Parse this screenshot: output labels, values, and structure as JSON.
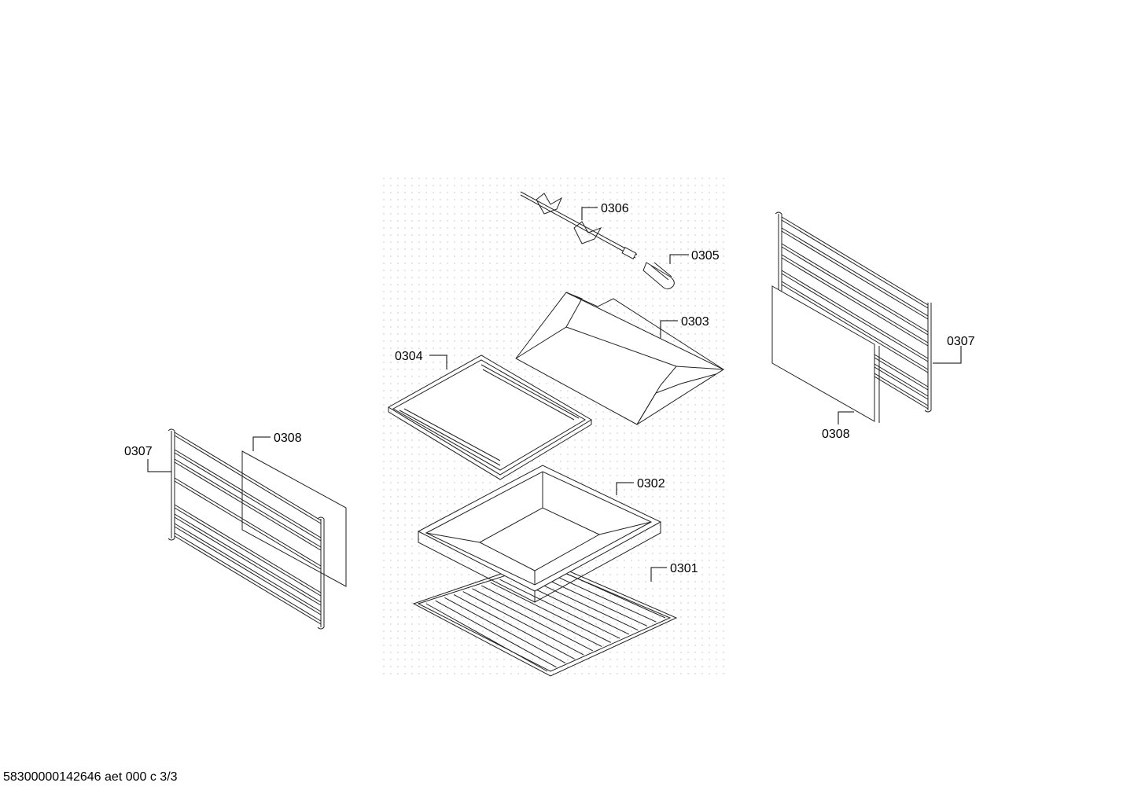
{
  "labels": {
    "l0301": "0301",
    "l0302": "0302",
    "l0303": "0303",
    "l0304": "0304",
    "l0305": "0305",
    "l0306": "0306",
    "l0307_left": "0307",
    "l0308_left": "0308",
    "l0307_right": "0307",
    "l0308_right": "0308"
  },
  "footer": "58300000142646 aet 000 c 3/3"
}
